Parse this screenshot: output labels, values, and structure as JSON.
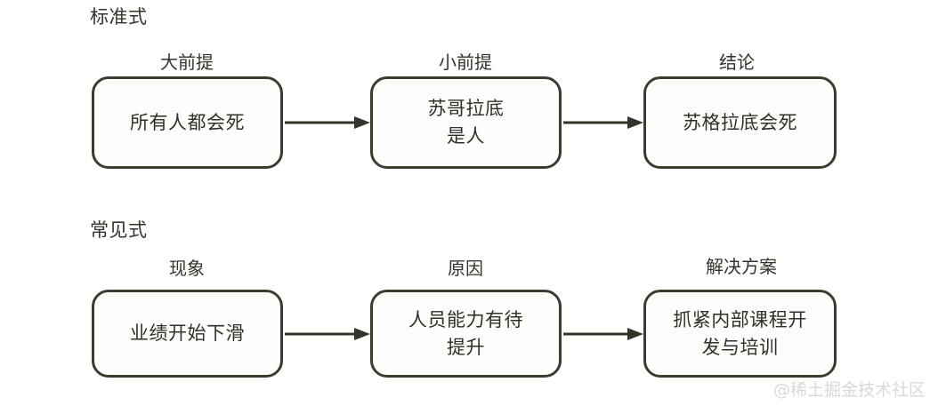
{
  "diagram": {
    "watermark": "@稀土掘金技术社区",
    "colors": {
      "box_border": "#3a3c2e",
      "box_fill": "#fdfdfb",
      "text": "#2f3128",
      "arrow": "#33352a",
      "watermark": "#d9d9d9",
      "background": "#ffffff"
    },
    "sections": [
      {
        "heading": "标准式",
        "steps": [
          {
            "caption": "大前提",
            "text": "所有人都会死"
          },
          {
            "caption": "小前提",
            "text": "苏哥拉底\n是人"
          },
          {
            "caption": "结论",
            "text": "苏格拉底会死"
          }
        ],
        "connectors": [
          "arrow-right",
          "arrow-right"
        ]
      },
      {
        "heading": "常见式",
        "steps": [
          {
            "caption": "现象",
            "text": "业绩开始下滑"
          },
          {
            "caption": "原因",
            "text": "人员能力有待\n提升"
          },
          {
            "caption": "解决方案",
            "text": "抓紧内部课程开\n发与培训"
          }
        ],
        "connectors": [
          "arrow-right",
          "arrow-right"
        ]
      }
    ]
  }
}
